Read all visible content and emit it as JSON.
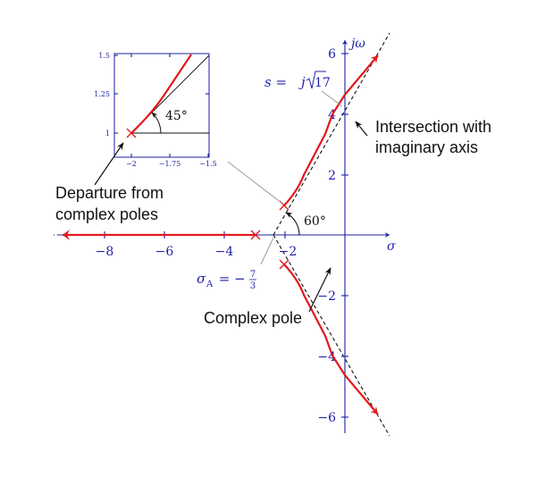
{
  "colors": {
    "axis": "#1d1fa6",
    "locus": "#e3191c",
    "asymptote": "#111111",
    "leader": "#9a9a9a"
  },
  "main_plot": {
    "x_axis_label": "σ",
    "y_axis_label": "jω",
    "x_ticks": [
      {
        "label": "−8",
        "value": -8
      },
      {
        "label": "−6",
        "value": -6
      },
      {
        "label": "−4",
        "value": -4
      },
      {
        "label": "−2",
        "value": -2
      }
    ],
    "y_ticks": [
      {
        "label": "6",
        "value": 6
      },
      {
        "label": "4",
        "value": 4
      },
      {
        "label": "2",
        "value": 2
      },
      {
        "label": "−2",
        "value": -2
      },
      {
        "label": "−4",
        "value": -4
      },
      {
        "label": "−6",
        "value": -6
      }
    ],
    "poles": [
      {
        "sigma": -3,
        "omega": 0
      },
      {
        "sigma": -2,
        "omega": 1
      },
      {
        "sigma": -2,
        "omega": -1
      }
    ],
    "asymptote_angle_label": "60°",
    "centroid_label": {
      "prefix": "σ",
      "subscript": "A",
      "equals": " = −",
      "numerator": "7",
      "denominator": "3"
    },
    "imag_crossing_label": {
      "prefix": "s = ",
      "j": "j",
      "radicand": "17"
    }
  },
  "inset": {
    "x_ticks": [
      {
        "label": "−2",
        "value": -2
      },
      {
        "label": "−1.75",
        "value": -1.75
      },
      {
        "label": "−1.5",
        "value": -1.5
      }
    ],
    "y_ticks": [
      {
        "label": "1.5",
        "value": 1.5
      },
      {
        "label": "1.25",
        "value": 1.25
      },
      {
        "label": "1",
        "value": 1
      }
    ],
    "angle_label": "45°"
  },
  "annotations": {
    "intersection_line1": "Intersection with",
    "intersection_line2": "imaginary axis",
    "departure_line1": "Departure from",
    "departure_line2": "complex poles",
    "complex_pole": "Complex pole"
  }
}
